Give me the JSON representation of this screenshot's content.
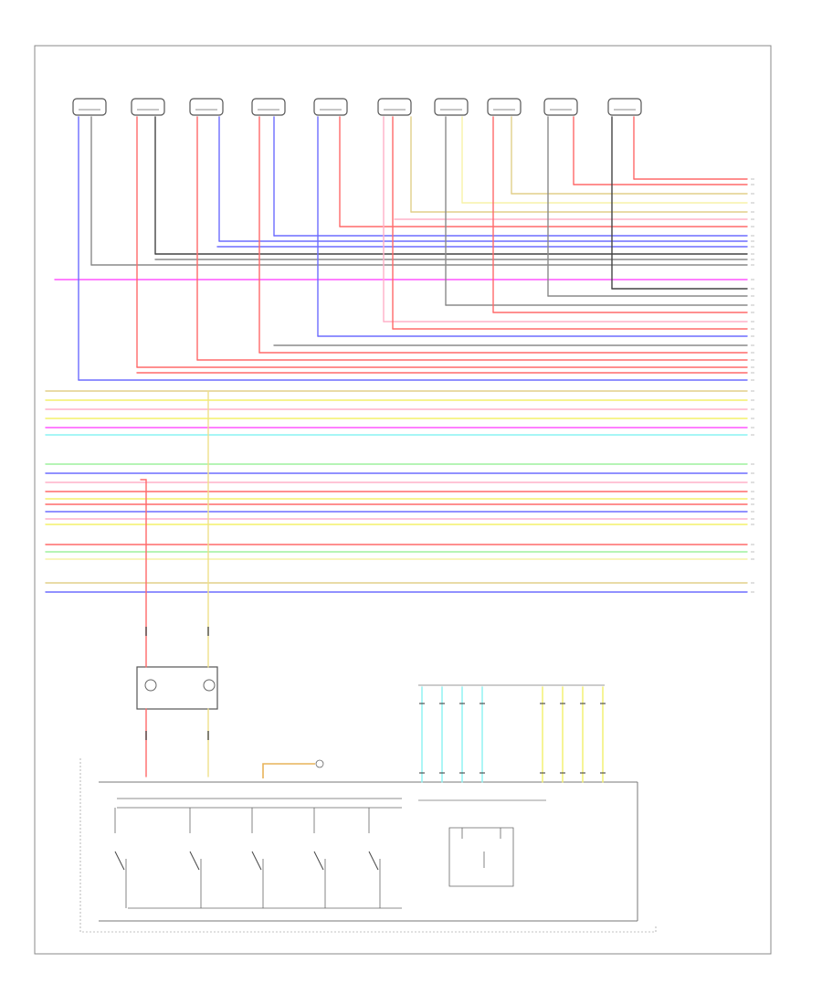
{
  "page": {
    "corner_note": "",
    "bottom_caption_1": "",
    "bottom_caption_2": ""
  },
  "components": [
    {
      "id": "c1",
      "label": ""
    },
    {
      "id": "c2",
      "label": ""
    },
    {
      "id": "c3",
      "label": ""
    },
    {
      "id": "c4",
      "label": ""
    },
    {
      "id": "c5",
      "label": ""
    },
    {
      "id": "c6",
      "label": ""
    },
    {
      "id": "c7",
      "label": ""
    },
    {
      "id": "c8",
      "label": ""
    },
    {
      "id": "c9",
      "label": ""
    },
    {
      "id": "c10",
      "label": ""
    }
  ],
  "mid_module_label": "",
  "right_connector_label": "",
  "small_sensor_label": "",
  "switch_labels": [
    "",
    "",
    "",
    "",
    ""
  ],
  "colors": {
    "red": "#ff6a6a",
    "blue": "#6d6dff",
    "magenta": "#ff55ff",
    "yellow": "#f3f06a",
    "light_yellow": "#f7f2a8",
    "tan": "#e2cf8a",
    "green": "#9ef09e",
    "cyan": "#8af3f3",
    "gray": "#8a8a8a",
    "dark": "#444444",
    "orange": "#e7b35a",
    "pink": "#ffb0c8"
  }
}
